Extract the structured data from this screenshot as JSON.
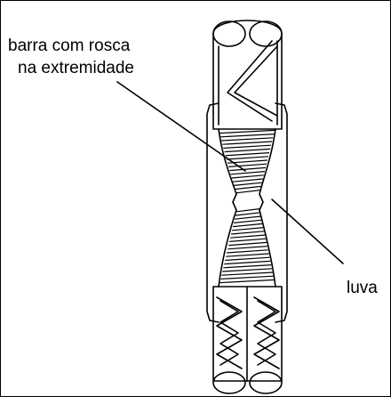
{
  "labels": {
    "bar_line_1": "barra com rosca",
    "bar_line_2": "na extremidade",
    "sleeve": "luva"
  },
  "colors": {
    "line": "#000000",
    "background": "#ffffff"
  }
}
